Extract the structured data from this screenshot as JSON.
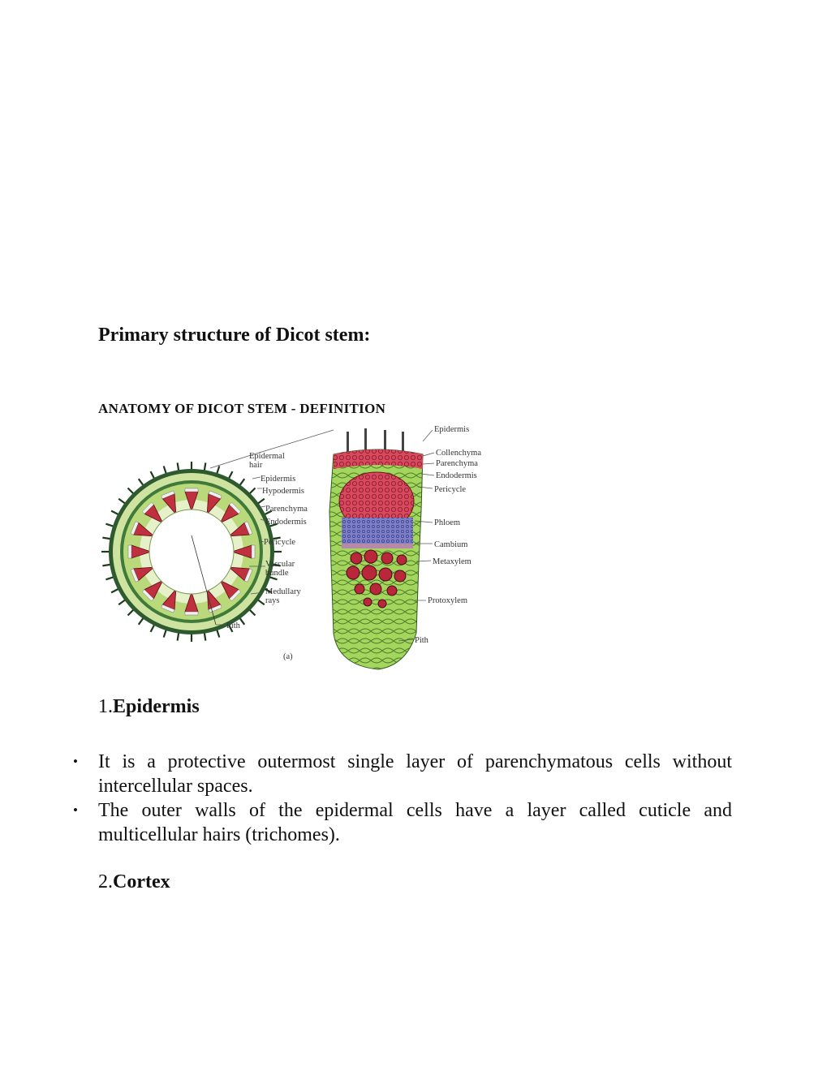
{
  "page_title": "Primary structure of Dicot stem:",
  "figure": {
    "heading": "ANATOMY OF DICOT STEM - DEFINITION",
    "left_labels": {
      "epidermal_hair": [
        "Epidermal",
        "hair"
      ],
      "epidermis": "Epidermis",
      "hypodermis": "Hypodermis",
      "parenchyma": "Parenchyma",
      "endodermis": "Endodermis",
      "pericycle": "Pericycle",
      "vascular_bundle": [
        "Vascular",
        "bundle"
      ],
      "medullary_rays": [
        "Medullary",
        "rays"
      ],
      "pith": "Pith",
      "caption": "(a)"
    },
    "right_labels": {
      "epidermis": "Epidermis",
      "collenchyma": "Collenchyma",
      "parenchyma": "Parenchyma",
      "endodermis": "Endodermis",
      "pericycle": "Pericycle",
      "phloem": "Phloem",
      "cambium": "Cambium",
      "metaxylem": "Metaxylem",
      "protoxylem": "Protoxylem",
      "pith": "Pith"
    }
  },
  "sections": [
    {
      "number": "1.",
      "title": "Epidermis",
      "bullets": [
        "It is a protective outermost single layer of parenchymatous cells without intercellular spaces.",
        "The outer walls of the epidermal cells have a layer called cuticle and multicellular hairs (trichomes)."
      ]
    },
    {
      "number": "2.",
      "title": "Cortex"
    }
  ],
  "colors": {
    "cortex_green": "#b9d97a",
    "ring_green": "#3f7a3a",
    "bundle_red": "#c0303f",
    "phloem_blue": "#6b6bb8",
    "cell_green": "#9cd15a"
  }
}
